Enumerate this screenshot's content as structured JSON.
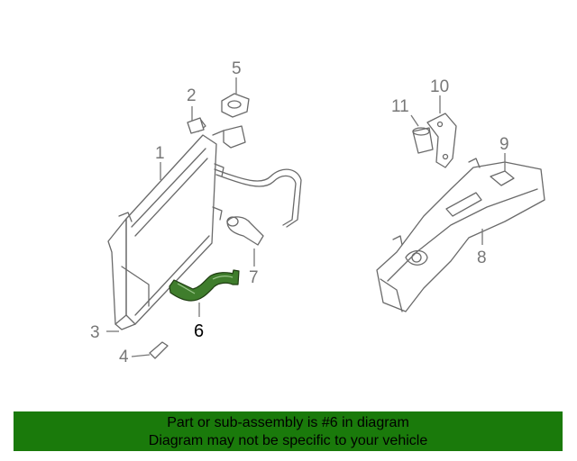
{
  "labels": {
    "l1": "1",
    "l2": "2",
    "l3": "3",
    "l4": "4",
    "l5": "5",
    "l6": "6",
    "l7": "7",
    "l8": "8",
    "l9": "9",
    "l10": "10",
    "l11": "11"
  },
  "banner": {
    "line1": "Part or sub-assembly is #6 in diagram",
    "line2": "Diagram may not be specific to your vehicle"
  },
  "colors": {
    "highlight": "#3f7d2c",
    "banner": "#1a7a0b"
  }
}
